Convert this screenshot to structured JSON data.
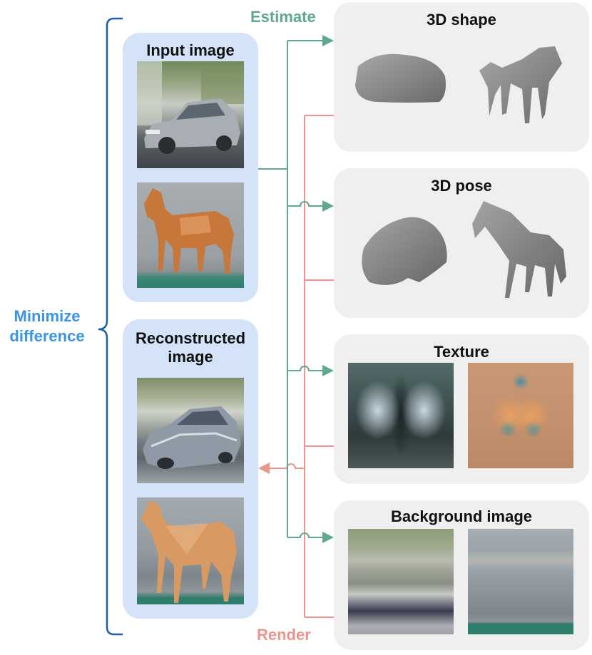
{
  "labels": {
    "minimize_difference": "Minimize difference",
    "estimate": "Estimate",
    "render": "Render"
  },
  "panels": {
    "input_image": {
      "title": "Input image"
    },
    "reconstructed_image": {
      "title": "Reconstructed image"
    },
    "shape": {
      "title": "3D shape"
    },
    "pose": {
      "title": "3D pose"
    },
    "texture": {
      "title": "Texture"
    },
    "background": {
      "title": "Background image"
    }
  },
  "colors": {
    "estimate_arrow": "#5fa88f",
    "render_arrow": "#ea968f",
    "brace": "#1c5fa6",
    "side_label": "#3a93e6",
    "blue_panel": "#d4e3f8",
    "gray_panel": "#efefef"
  }
}
